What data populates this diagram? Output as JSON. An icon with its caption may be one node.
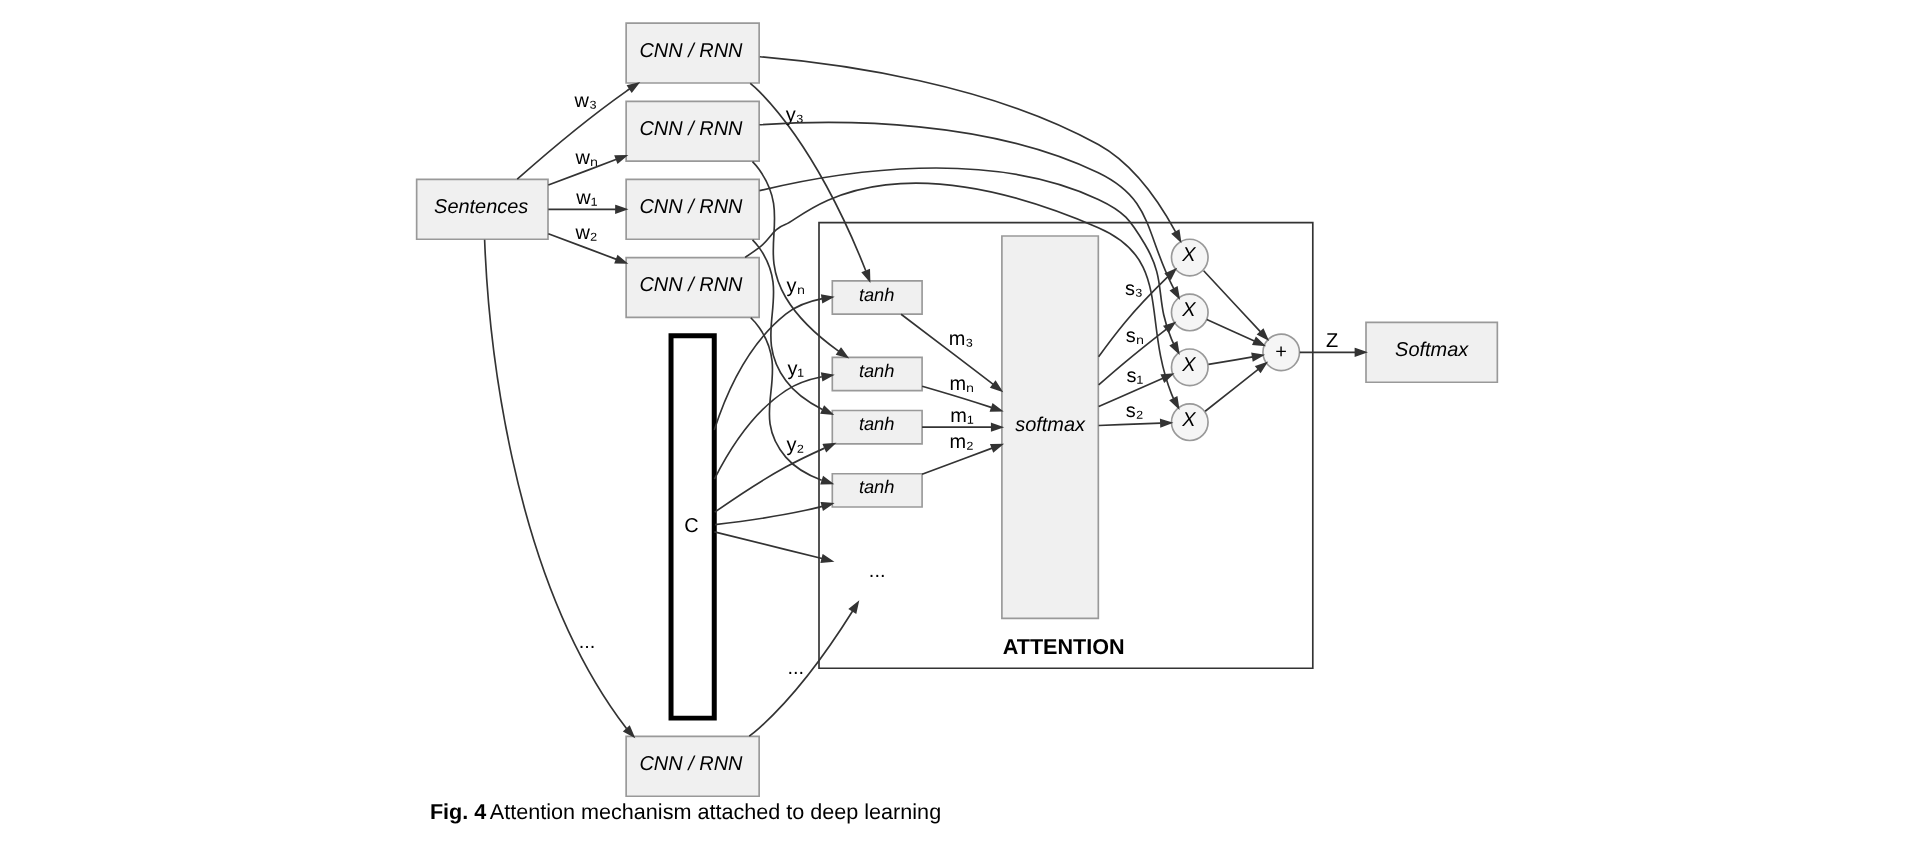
{
  "diagram": {
    "caption": "**Fig. 4** Attention mechanism attached to deep learning",
    "nodes": [
      {
        "text": [
          "Sentences"
        ]
      },
      {
        "text": [
          "CNN / RNN"
        ]
      },
      {
        "text": [
          "CNN / RNN"
        ]
      },
      {
        "text": [
          "CNN / RNN"
        ]
      },
      {
        "text": [
          "CNN / RNN"
        ]
      },
      {
        "text": [
          "CNN / RNN"
        ]
      },
      {
        "text": [
          "ATTENTION"
        ]
      },
      {
        "text": [
          "C"
        ]
      },
      {
        "text": [
          "tanh"
        ],
        "in": 6
      },
      {
        "text": [
          "tanh"
        ],
        "in": 6
      },
      {
        "text": [
          "tanh"
        ],
        "in": 6
      },
      {
        "text": [
          "..."
        ],
        "in": 6
      },
      {
        "text": [
          "tanh"
        ],
        "in": 6
      },
      {
        "text": [
          "softmax"
        ],
        "in": 6
      },
      {
        "text": [
          "X"
        ],
        "in": 6
      },
      {
        "text": [
          "X"
        ],
        "in": 6
      },
      {
        "text": [
          "X"
        ],
        "in": 6
      },
      {
        "text": [
          "X"
        ],
        "in": 6
      },
      {
        "text": [
          "+"
        ],
        "in": 6
      },
      {
        "text": [
          "Softmax"
        ]
      }
    ],
    "edges": [
      {
        "from": 0,
        "to": 1,
        "arrow": "to",
        "label": "w₁"
      },
      {
        "from": 0,
        "to": 2,
        "arrow": "to",
        "label": "w₂"
      },
      {
        "from": 0,
        "to": 3,
        "arrow": "to",
        "label": "w₃"
      },
      {
        "from": 0,
        "to": 4,
        "arrow": "to",
        "label": "..."
      },
      {
        "from": 0,
        "to": 5,
        "arrow": "to",
        "label": "wₙ"
      },
      {
        "from": 1,
        "to": 8,
        "arrow": "to",
        "label": "y₁"
      },
      {
        "from": 2,
        "to": 9,
        "arrow": "to",
        "label": "y₂"
      },
      {
        "from": 3,
        "to": 10,
        "arrow": "to",
        "label": "y₃"
      },
      {
        "from": 4,
        "to": 11,
        "arrow": "to",
        "label": "..."
      },
      {
        "from": 5,
        "to": 12,
        "arrow": "to",
        "label": "yₙ"
      },
      {
        "from": 7,
        "to": 8,
        "arrow": "to"
      },
      {
        "from": 7,
        "to": 9,
        "arrow": "to"
      },
      {
        "from": 7,
        "to": 10,
        "arrow": "to"
      },
      {
        "from": 7,
        "to": 11,
        "arrow": "to"
      },
      {
        "from": 7,
        "to": 12,
        "arrow": "to"
      },
      {
        "from": 1,
        "to": 14,
        "arrow": "to"
      },
      {
        "from": 2,
        "to": 15,
        "arrow": "to"
      },
      {
        "from": 3,
        "to": 16,
        "arrow": "to"
      },
      {
        "from": 5,
        "to": 17,
        "arrow": "to"
      },
      {
        "from": 8,
        "to": 13,
        "arrow": "to",
        "label": "m₁"
      },
      {
        "from": 9,
        "to": 13,
        "arrow": "to",
        "label": "m₂"
      },
      {
        "from": 10,
        "to": 13,
        "arrow": "to",
        "label": "m₃"
      },
      {
        "from": 12,
        "to": 13,
        "arrow": "to",
        "label": "mₙ"
      },
      {
        "from": 13,
        "to": 14,
        "arrow": "to",
        "label": "s₁"
      },
      {
        "from": 13,
        "to": 15,
        "arrow": "to",
        "label": "s₂"
      },
      {
        "from": 13,
        "to": 16,
        "arrow": "to",
        "label": "s₃"
      },
      {
        "from": 13,
        "to": 17,
        "arrow": "to",
        "label": "sₙ"
      },
      {
        "from": 14,
        "to": 18,
        "arrow": "to"
      },
      {
        "from": 15,
        "to": 18,
        "arrow": "to"
      },
      {
        "from": 16,
        "to": 18,
        "arrow": "to"
      },
      {
        "from": 17,
        "to": 18,
        "arrow": "to"
      },
      {
        "from": 18,
        "to": 19,
        "arrow": "to",
        "label": "Z"
      }
    ]
  }
}
